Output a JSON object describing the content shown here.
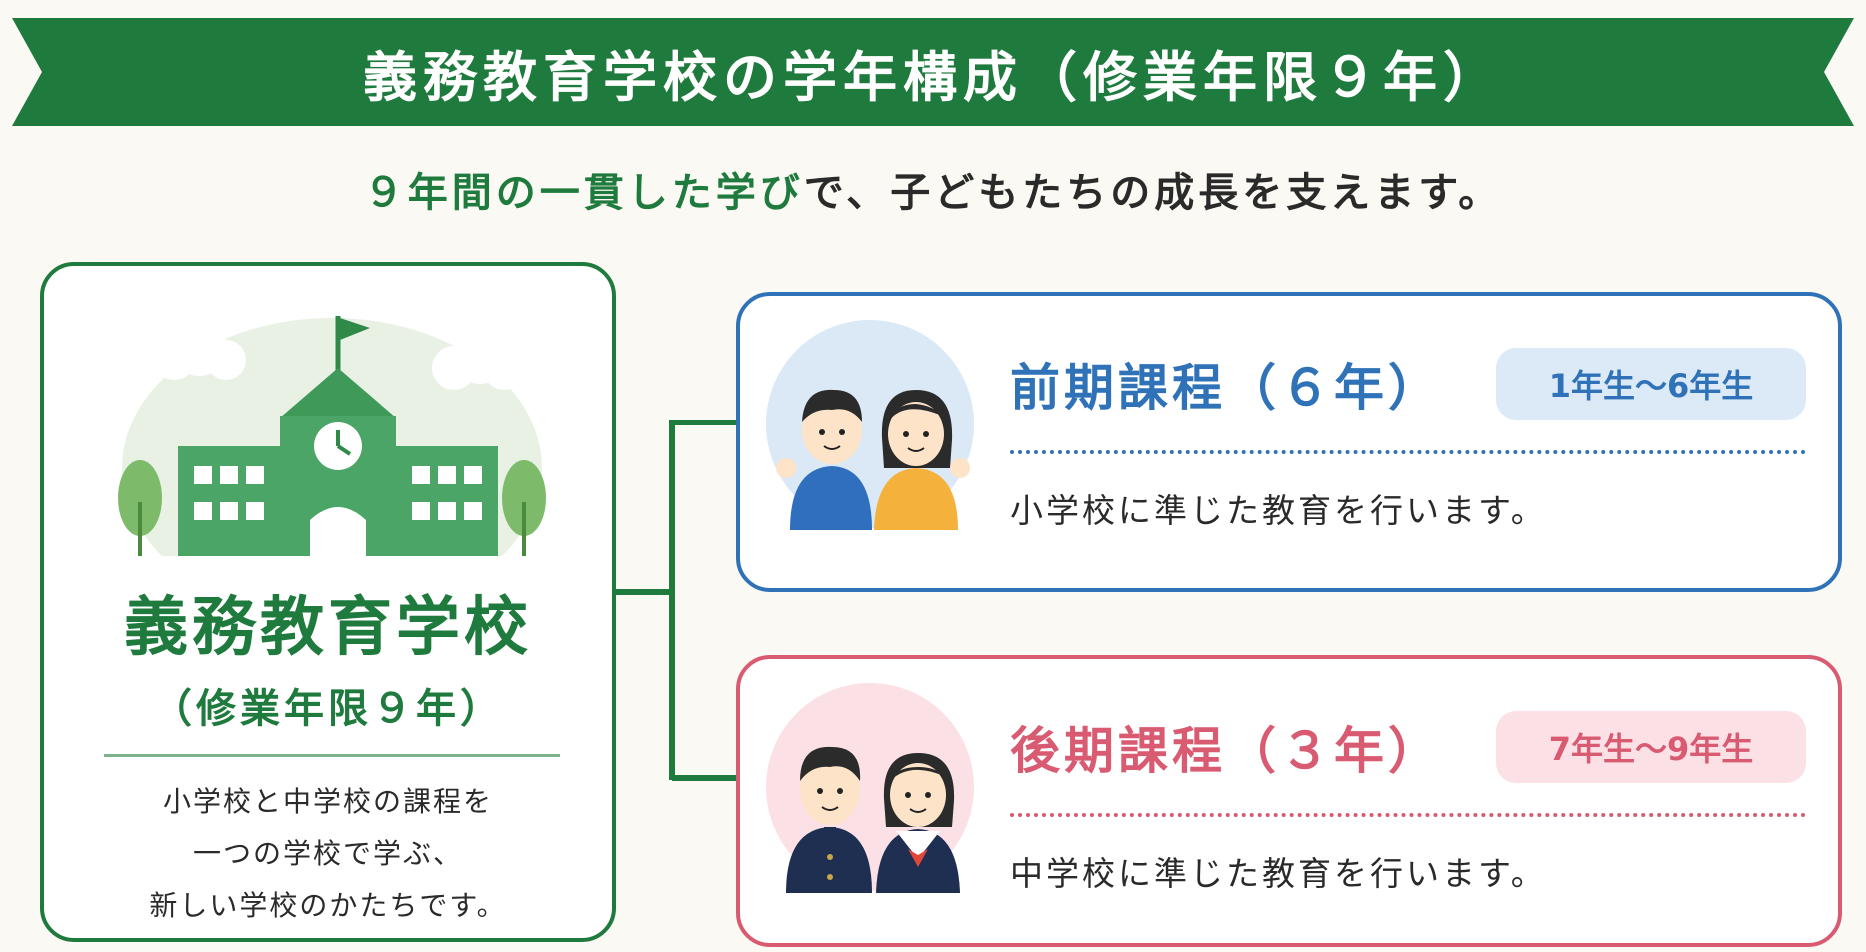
{
  "banner": {
    "title": "義務教育学校の学年構成（修業年限９年）",
    "color": "#1f7a3d"
  },
  "subtitle": {
    "highlight": "９年間の一貫した学び",
    "rest": "で、子どもたちの成長を支えます。"
  },
  "school": {
    "icon": "school-building-icon",
    "name": "義務教育学校",
    "years": "（修業年限９年）",
    "description": [
      "小学校と中学校の課程を",
      "一つの学校で学ぶ、",
      "新しい学校のかたちです。"
    ],
    "color": "#1f7a3d"
  },
  "courses": {
    "early": {
      "icon": "elementary-students-icon",
      "title": "前期課程（６年）",
      "grades": "1年生～6年生",
      "description": "小学校に準じた教育を行います。",
      "color": "#2f72b8"
    },
    "late": {
      "icon": "junior-high-students-icon",
      "title": "後期課程（３年）",
      "grades": "7年生～9年生",
      "description": "中学校に準じた教育を行います。",
      "color": "#d95b72"
    }
  }
}
